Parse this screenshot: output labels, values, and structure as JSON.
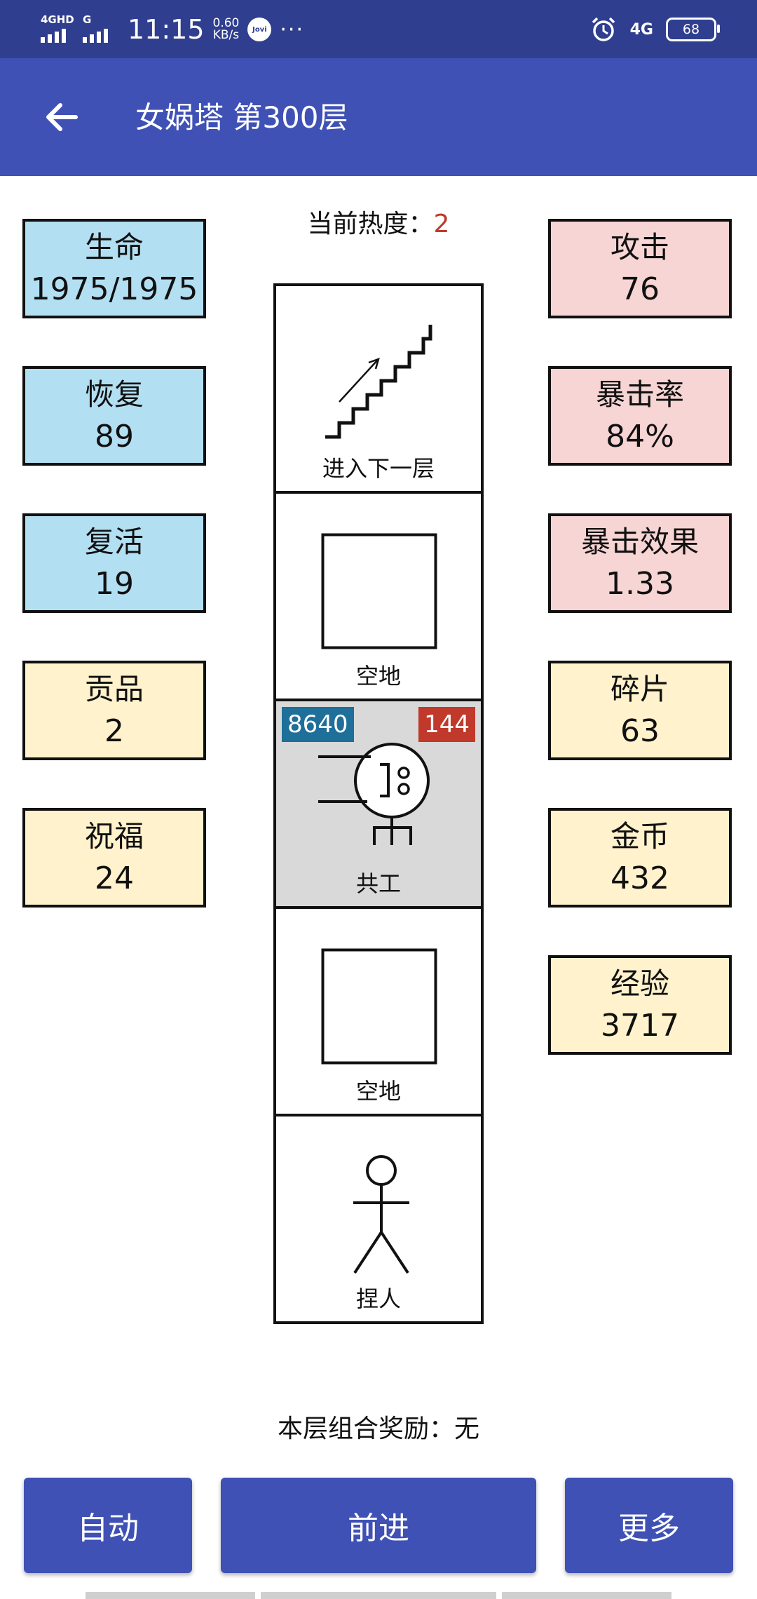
{
  "status_bar": {
    "network1": "4GHD",
    "network2": "G",
    "time": "11:15",
    "speed_value": "0.60",
    "speed_unit": "KB/s",
    "jovi": "Jovi",
    "more": "···",
    "network_right": "4G",
    "battery": "68"
  },
  "app_bar": {
    "title": "女娲塔 第300层"
  },
  "heat": {
    "label": "当前热度：",
    "value": "2"
  },
  "stats_left": [
    {
      "label": "生命",
      "value": "1975/1975"
    },
    {
      "label": "恢复",
      "value": "89"
    },
    {
      "label": "复活",
      "value": "19"
    },
    {
      "label": "贡品",
      "value": "2"
    },
    {
      "label": "祝福",
      "value": "24"
    }
  ],
  "stats_right": [
    {
      "label": "攻击",
      "value": "76"
    },
    {
      "label": "暴击率",
      "value": "84%"
    },
    {
      "label": "暴击效果",
      "value": "1.33"
    },
    {
      "label": "碎片",
      "value": "63"
    },
    {
      "label": "金币",
      "value": "432"
    },
    {
      "label": "经验",
      "value": "3717"
    }
  ],
  "tower": {
    "cells": [
      {
        "label": "进入下一层"
      },
      {
        "label": "空地"
      },
      {
        "label": "共工",
        "hp": "8640",
        "atk": "144"
      },
      {
        "label": "空地"
      },
      {
        "label": "捏人"
      }
    ]
  },
  "reward": {
    "label": "本层组合奖励：",
    "value": "无"
  },
  "buttons": {
    "auto": "自动",
    "forward": "前进",
    "more": "更多"
  }
}
